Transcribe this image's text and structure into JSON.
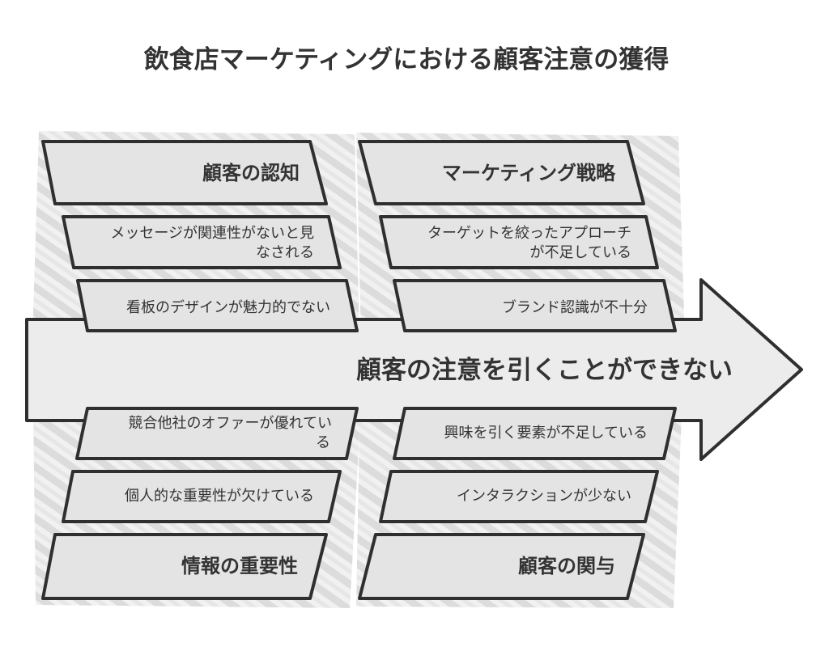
{
  "title": "飲食店マーケティングにおける顧客注意の獲得",
  "effect": "顧客の注意を引くことができない",
  "categories": [
    {
      "label": "顧客の認知",
      "causes": [
        {
          "lines": [
            "メッセージが関連性がないと見",
            "なされる"
          ]
        },
        {
          "lines": [
            "看板のデザインが魅力的でない"
          ]
        }
      ]
    },
    {
      "label": "マーケティング戦略",
      "causes": [
        {
          "lines": [
            "ターゲットを絞ったアプローチ",
            "が不足している"
          ]
        },
        {
          "lines": [
            "ブランド認識が不十分"
          ]
        }
      ]
    },
    {
      "label": "情報の重要性",
      "causes": [
        {
          "lines": [
            "競合他社のオファーが優れてい",
            "る"
          ]
        },
        {
          "lines": [
            "個人的な重要性が欠けている"
          ]
        }
      ]
    },
    {
      "label": "顧客の関与",
      "causes": [
        {
          "lines": [
            "興味を引く要素が不足している"
          ]
        },
        {
          "lines": [
            "インタラクションが少ない"
          ]
        }
      ]
    }
  ],
  "colors": {
    "stroke": "#2f2f2f",
    "box_fill": "#e4e4e4",
    "arrow_fill": "#ececec",
    "hatch": "#dcdcdc",
    "text": "#333333"
  }
}
